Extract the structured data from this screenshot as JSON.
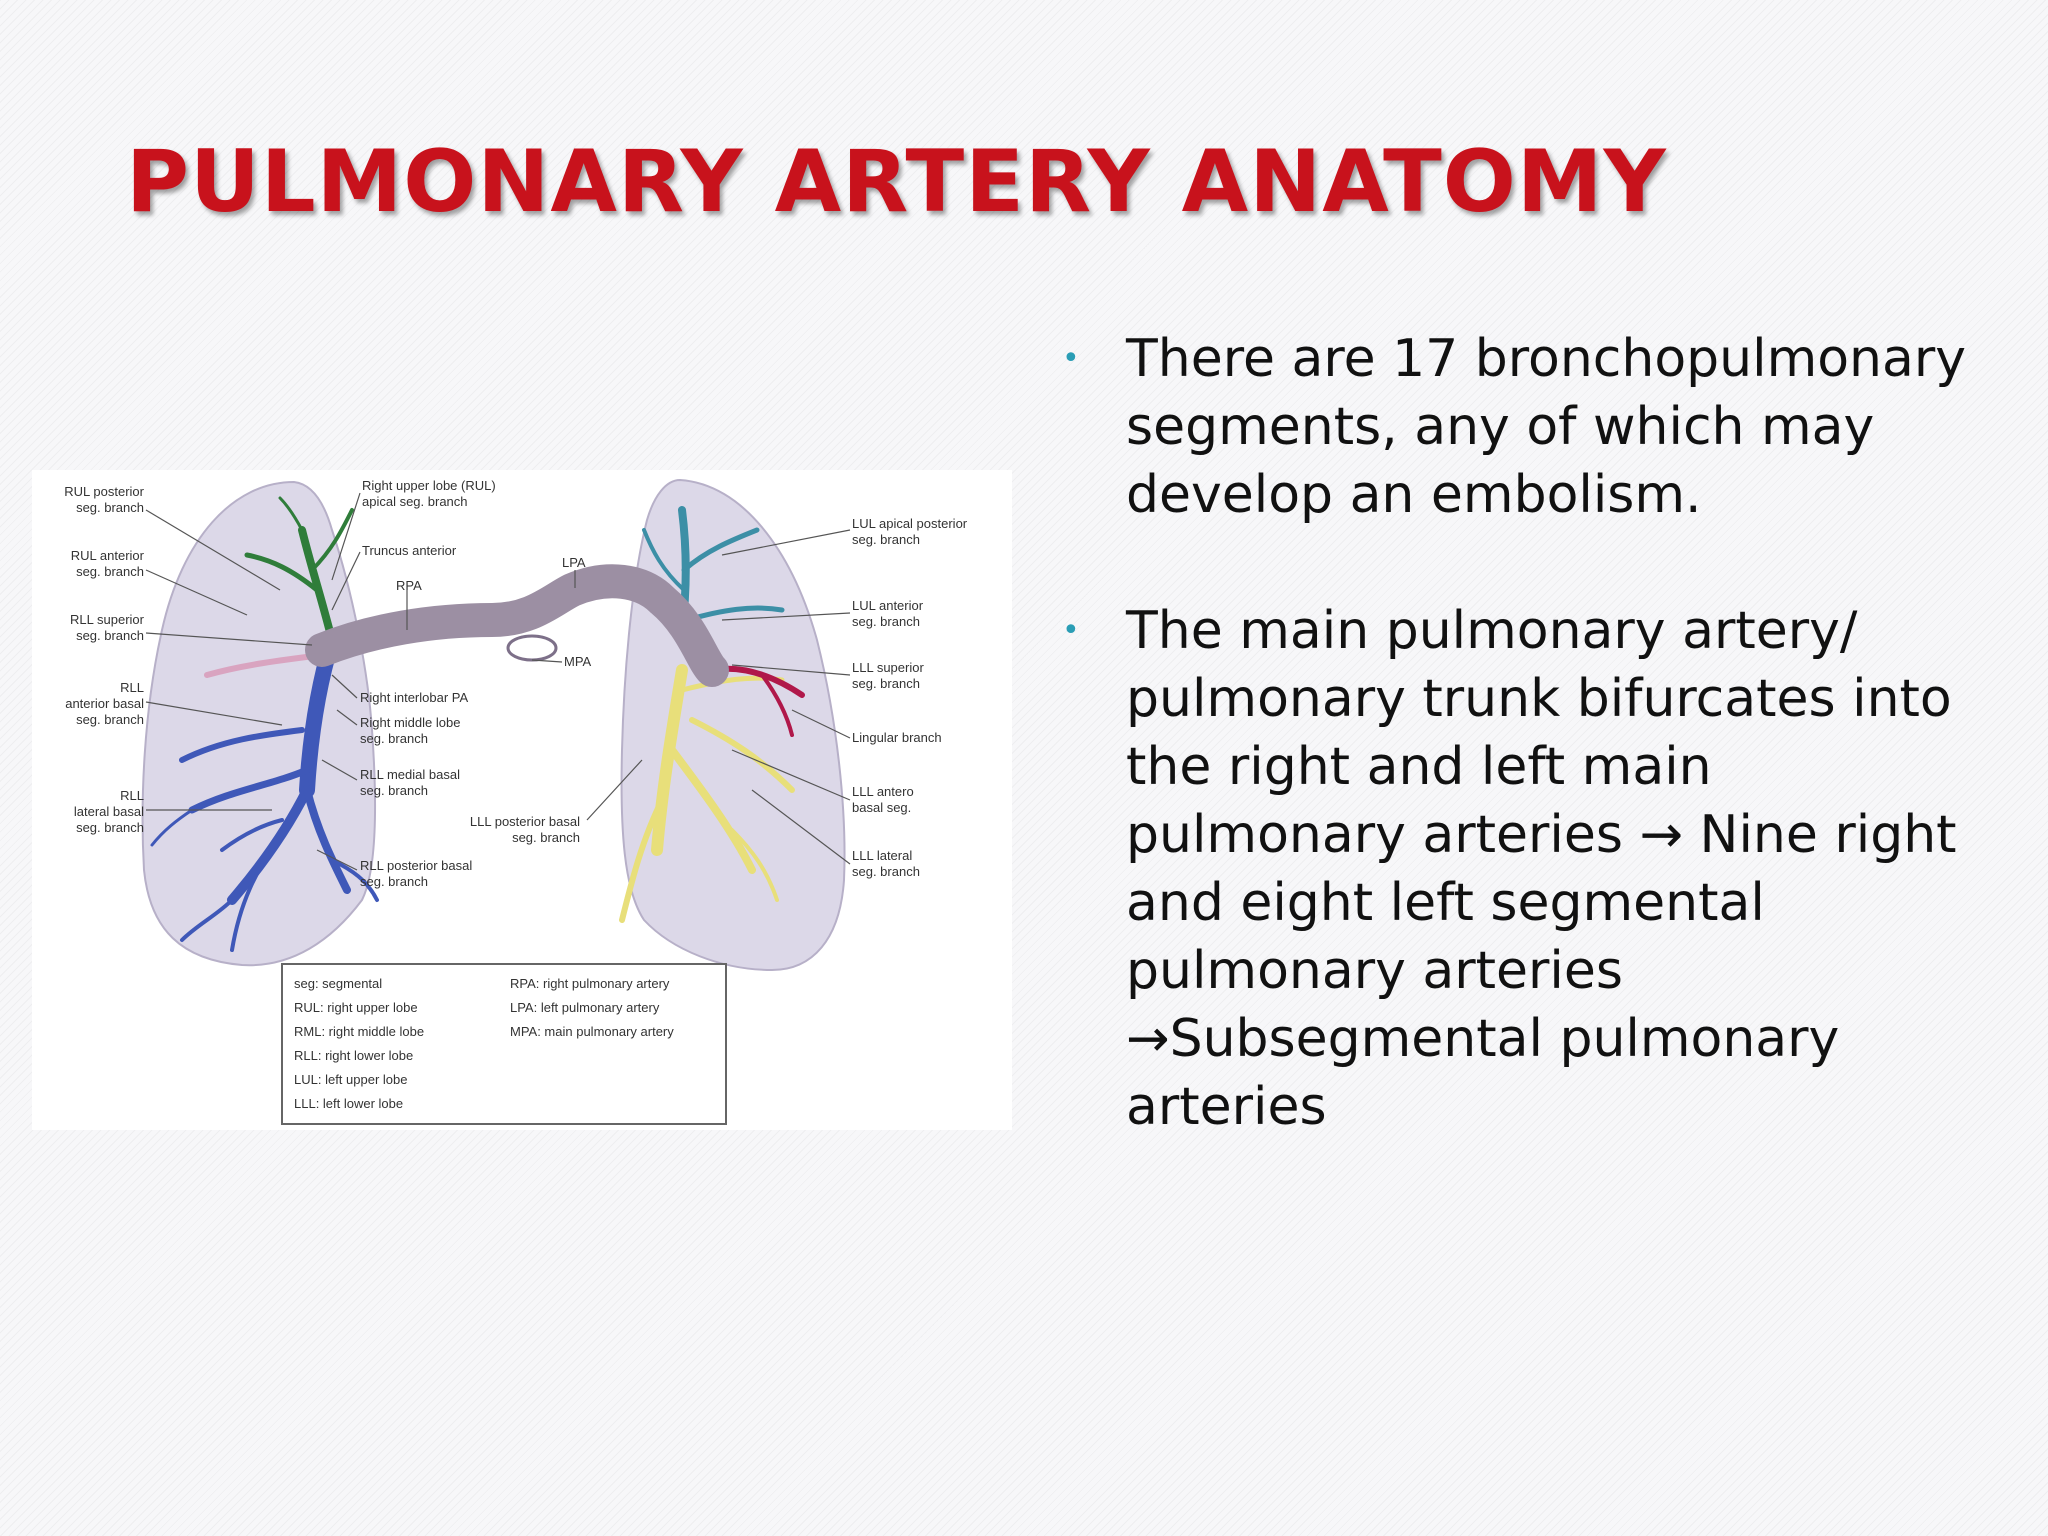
{
  "slide": {
    "title": "PULMONARY ARTERY ANATOMY",
    "bullets": [
      {
        "marker": "•",
        "text": "There are 17 bronchopulmonary segments, any of which may develop an embolism."
      },
      {
        "marker": "•",
        "text": "The main pulmonary artery/ pulmonary trunk bifurcates into the right and left main pulmonary arteries → Nine right and eight left segmental pulmonary arteries →Subsegmental pulmonary arteries"
      }
    ]
  },
  "figure": {
    "labels_left": {
      "rul_posterior": [
        "RUL posterior",
        "seg. branch"
      ],
      "rul_anterior": [
        "RUL anterior",
        "seg. branch"
      ],
      "rll_superior": [
        "RLL superior",
        "seg. branch"
      ],
      "rll_anterior_basal": [
        "RLL",
        "anterior basal",
        "seg. branch"
      ],
      "rll_lateral_basal": [
        "RLL",
        "lateral basal",
        "seg. branch"
      ]
    },
    "labels_center": {
      "rul_apical": [
        "Right upper lobe (RUL)",
        "apical seg. branch"
      ],
      "truncus_anterior": "Truncus anterior",
      "rpa": "RPA",
      "lpa": "LPA",
      "mpa": "MPA",
      "right_interlobar": "Right interlobar PA",
      "right_middle_lobe": [
        "Right middle lobe",
        "seg. branch"
      ],
      "rll_medial_basal": [
        "RLL medial basal",
        "seg. branch"
      ],
      "lll_posterior_basal": [
        "LLL posterior basal",
        "seg. branch"
      ],
      "rll_posterior_basal": [
        "RLL posterior basal",
        "seg. branch"
      ]
    },
    "labels_right": {
      "lul_apical_posterior": [
        "LUL apical posterior",
        "seg. branch"
      ],
      "lul_anterior": [
        "LUL anterior",
        "seg. branch"
      ],
      "lll_superior": [
        "LLL superior",
        "seg. branch"
      ],
      "lingular": "Lingular branch",
      "lll_antero_basal": [
        "LLL antero",
        "basal seg."
      ],
      "lll_lateral": [
        "LLL lateral",
        "seg. branch"
      ]
    },
    "legend": {
      "left": [
        "seg: segmental",
        "RUL: right upper lobe",
        "RML: right middle lobe",
        "RLL: right lower lobe",
        "LUL: left upper lobe",
        "LLL: left lower lobe"
      ],
      "right": [
        "RPA: right pulmonary artery",
        "LPA: left pulmonary artery",
        "MPA: main pulmonary artery"
      ]
    },
    "colors": {
      "lung": "#dcd8e8",
      "trunk": "#9c8fa3",
      "right_lower_branches": "#3f58b8",
      "right_upper_branches": "#2f7d3a",
      "left_upper_branches": "#3c8fa6",
      "left_lower_branches": "#e8df7a",
      "lingular_branches": "#b0184a",
      "superior_segment": "#d9a4c0"
    }
  }
}
